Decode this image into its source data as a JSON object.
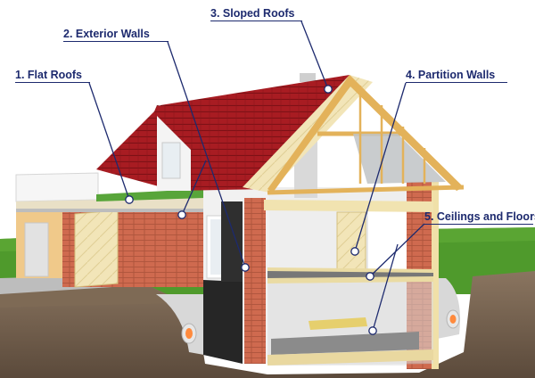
{
  "callouts": [
    {
      "id": "flat-roofs",
      "label": "1. Flat Roofs"
    },
    {
      "id": "exterior-walls",
      "label": "2. Exterior Walls"
    },
    {
      "id": "sloped-roofs",
      "label": "3. Sloped Roofs"
    },
    {
      "id": "partition-walls",
      "label": "4. Partition Walls"
    },
    {
      "id": "ceilings-floors",
      "label": "5. Ceilings and Floors"
    }
  ],
  "colors": {
    "label_text": "#1d2a6e",
    "leader_line": "#1d2a6e",
    "roof_tile": "#a81c22",
    "brick": "#d06a4e",
    "insulation": "#f4e6b6",
    "timber": "#e3b25a",
    "grass": "#4f9a2c",
    "soil": "#6d5a48",
    "concrete": "#c9c9c9",
    "render_white": "#f3f3f3"
  }
}
